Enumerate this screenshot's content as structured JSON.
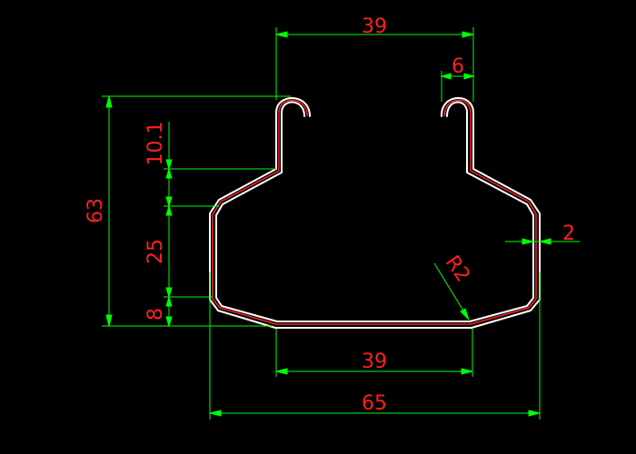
{
  "colors": {
    "background": "#000000",
    "profile_outline": "#ffffff",
    "profile_centerline": "#ff2020",
    "dimension_lines": "#00ff00",
    "dimension_text": "#ff2020"
  },
  "dimensions": {
    "top_opening": "39",
    "hook_width": "6",
    "overall_height": "63",
    "upper_segment": "10.1",
    "middle_segment": "25",
    "lower_segment": "8",
    "thickness": "2",
    "bend_radius": "R2",
    "bottom_width": "39",
    "overall_width": "65"
  }
}
